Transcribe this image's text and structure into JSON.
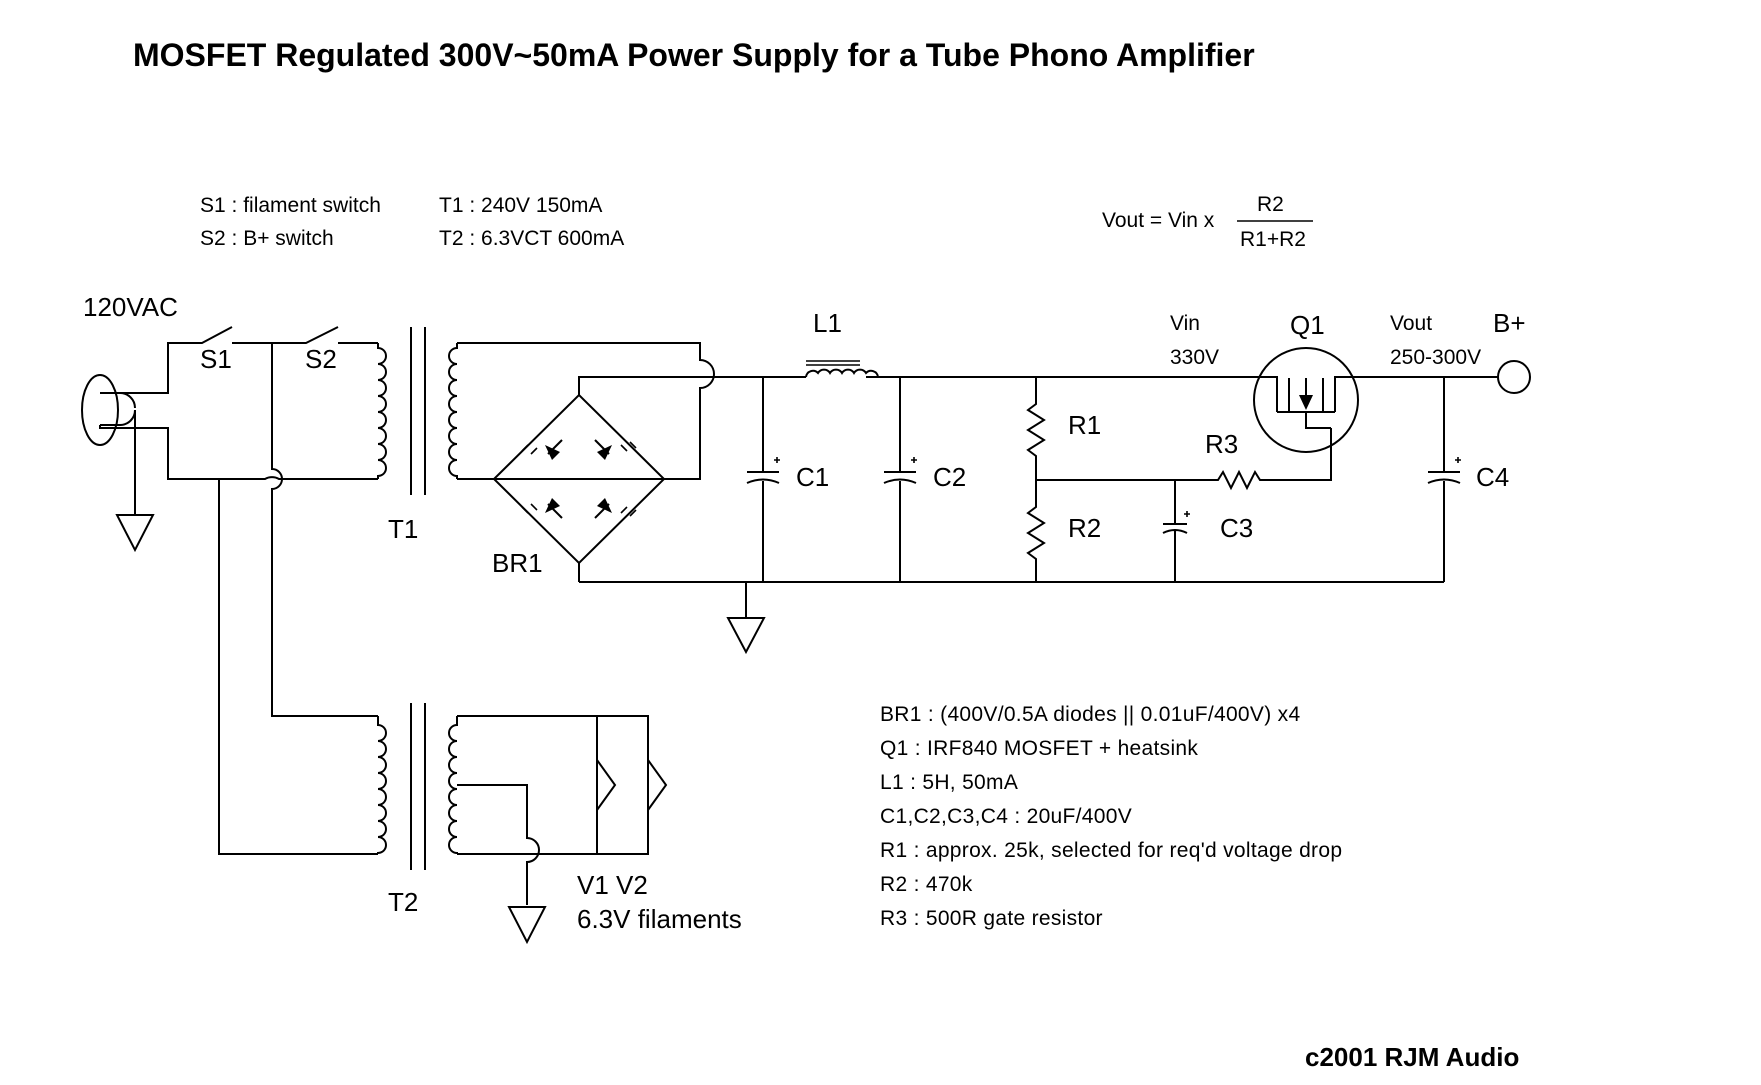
{
  "title": "MOSFET Regulated 300V~50mA Power Supply for a Tube Phono Amplifier",
  "switch_legend": [
    "S1 : filament switch",
    "S2 : B+ switch"
  ],
  "transformer_legend": [
    "T1 : 240V  150mA",
    "T2 : 6.3VCT 600mA"
  ],
  "formula": {
    "lhs": "Vout = Vin x",
    "numerator": "R2",
    "denominator": "R1+R2"
  },
  "labels": {
    "ac_input": "120VAC",
    "s1": "S1",
    "s2": "S2",
    "t1": "T1",
    "t2": "T2",
    "br1": "BR1",
    "l1": "L1",
    "c1": "C1",
    "c2": "C2",
    "c3": "C3",
    "c4": "C4",
    "r1": "R1",
    "r2": "R2",
    "r3": "R3",
    "q1": "Q1",
    "vin": "Vin",
    "vin_value": "330V",
    "vout": "Vout",
    "vout_value": "250-300V",
    "bplus": "B+",
    "filaments_tubes": "V1  V2",
    "filaments_voltage": "6.3V filaments"
  },
  "parts_list": [
    "BR1 : (400V/0.5A diodes || 0.01uF/400V) x4",
    "Q1 : IRF840 MOSFET + heatsink",
    "L1 : 5H, 50mA",
    "C1,C2,C3,C4 : 20uF/400V",
    "R1 : approx. 25k, selected for req'd voltage drop",
    "R2 : 470k",
    "R3 : 500R gate resistor"
  ],
  "copyright": "c2001 RJM Audio"
}
